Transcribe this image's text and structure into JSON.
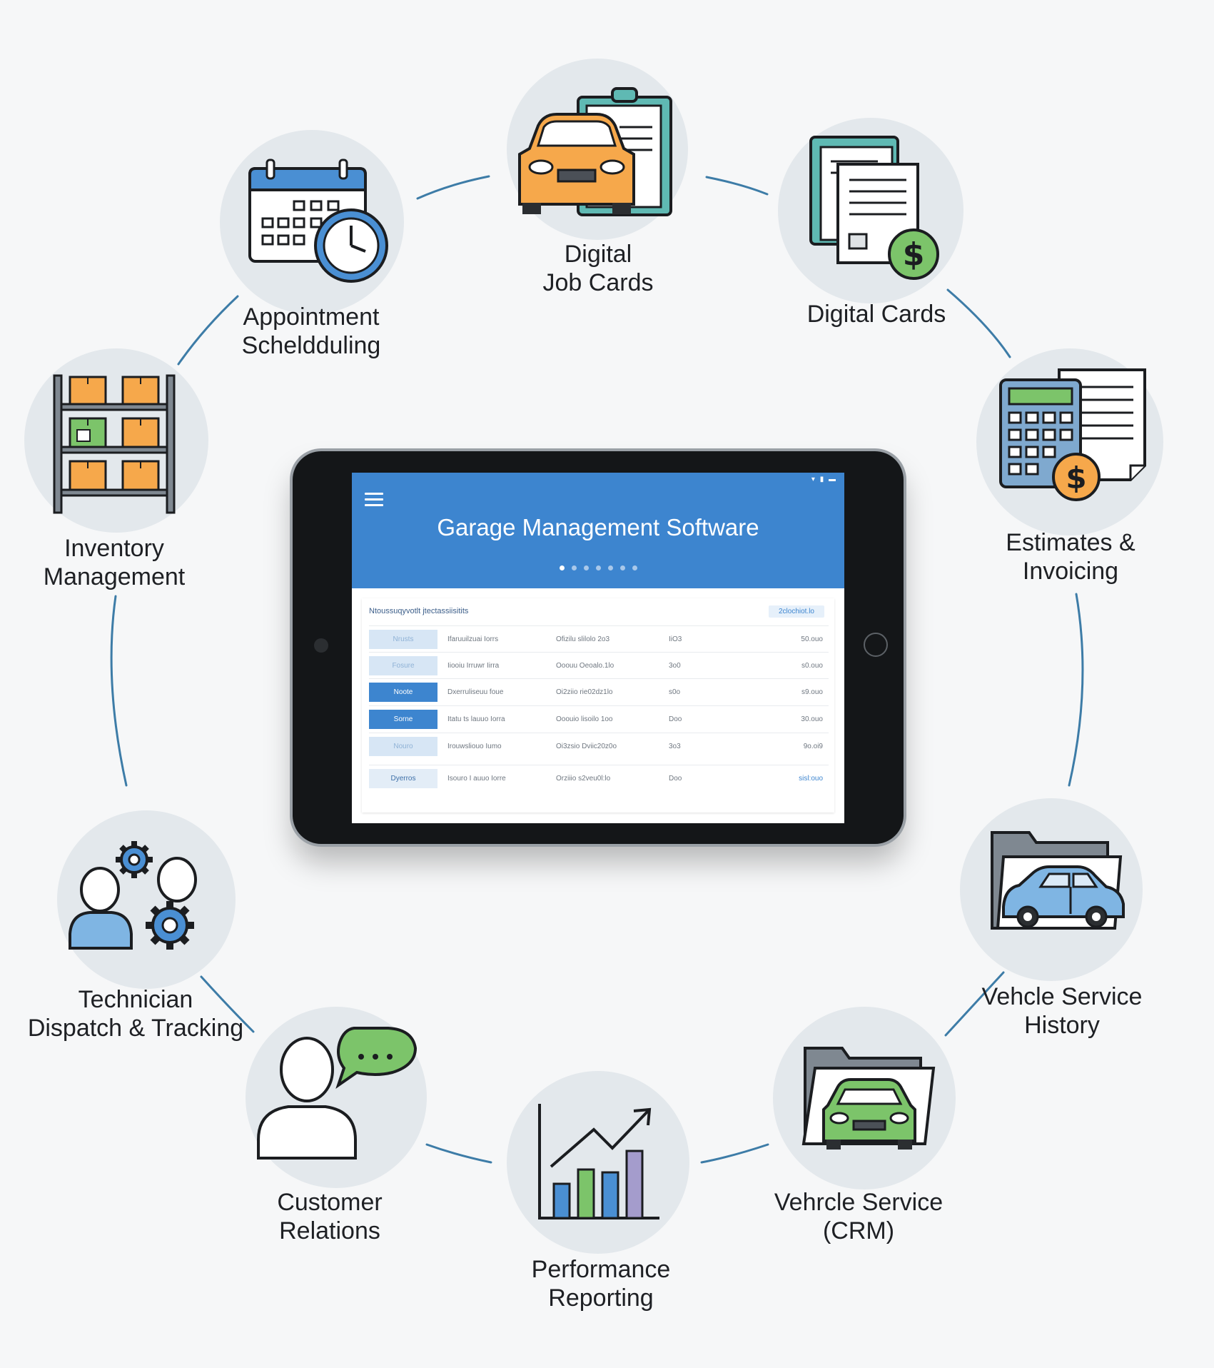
{
  "tablet": {
    "status_text": "▾ ▮ ▬",
    "title": "Garage Management Software",
    "panel_heading": "Ntoussuqyvotlt  jtectassiisitits",
    "panel_button": "2clochiot.lo",
    "rows": [
      {
        "tag": "Nrusts",
        "col1": "Ifaruuilzuai Iorrs",
        "col2": "Ofizilu slilolo 2o3",
        "col3": "IiO3",
        "col4": "50.ouo"
      },
      {
        "tag": "Fosure",
        "col1": "Iiooiu Irruwr Iirra",
        "col2": "Ooouu Oeoalo.1lo",
        "col3": "3o0",
        "col4": "s0.ouo"
      },
      {
        "tag": "Noote",
        "col1": "Dxerruliseuu foue",
        "col2": "Oi2ziio rie02dz1lo",
        "col3": "s0o",
        "col4": "s9.ouo"
      },
      {
        "tag": "Sorne",
        "col1": "Itatu ts lauuo Iorra",
        "col2": "Ooouio lisoilo 1oo",
        "col3": "Doo",
        "col4": "30.ouo"
      },
      {
        "tag": "Nouro",
        "col1": "Irouwsliouo Iumo",
        "col2": "Oi3zsio Dviic20z0o",
        "col3": "3o3",
        "col4": "9o.oi9"
      },
      {
        "tag": "Dyerros",
        "col1": "Isouro I auuo Iorre",
        "col2": "Orziiio s2veu0l:lo",
        "col3": "Doo",
        "col4": "sisl:ouo"
      }
    ]
  },
  "nodes": {
    "digital_job_cards": {
      "line1": "Digital",
      "line2": "Job Cards",
      "icon": "car-clipboard-icon"
    },
    "digital_cards": {
      "line1": "Digital Cards",
      "line2": "",
      "icon": "documents-dollar-icon"
    },
    "estimates_invoicing": {
      "line1": "Estimates &",
      "line2": "Invoicing",
      "icon": "calculator-invoice-icon"
    },
    "vehicle_history": {
      "line1": "Vehcle Service",
      "line2": "History",
      "icon": "folder-car-icon"
    },
    "vehicle_crm": {
      "line1": "Vehrcle Service",
      "line2": "(CRM)",
      "icon": "folder-green-car-icon"
    },
    "performance": {
      "line1": "Performance",
      "line2": "Reporting",
      "icon": "bar-chart-trend-icon"
    },
    "customer_relations": {
      "line1": "Customer",
      "line2": "Relations",
      "icon": "person-chat-icon"
    },
    "technician": {
      "line1": "Technician",
      "line2": "Dispatch & Tracking",
      "icon": "people-gears-icon"
    },
    "inventory": {
      "line1": "Inventory",
      "line2": "Management",
      "icon": "shelves-boxes-icon"
    },
    "appointment": {
      "line1": "Appointment",
      "line2": "Scheldduling",
      "icon": "calendar-clock-icon"
    }
  },
  "colors": {
    "accent_blue": "#3d85cf",
    "connector": "#3d7ca7",
    "orange": "#f6a84b",
    "green": "#7cc46a",
    "purple": "#a49ccc"
  }
}
